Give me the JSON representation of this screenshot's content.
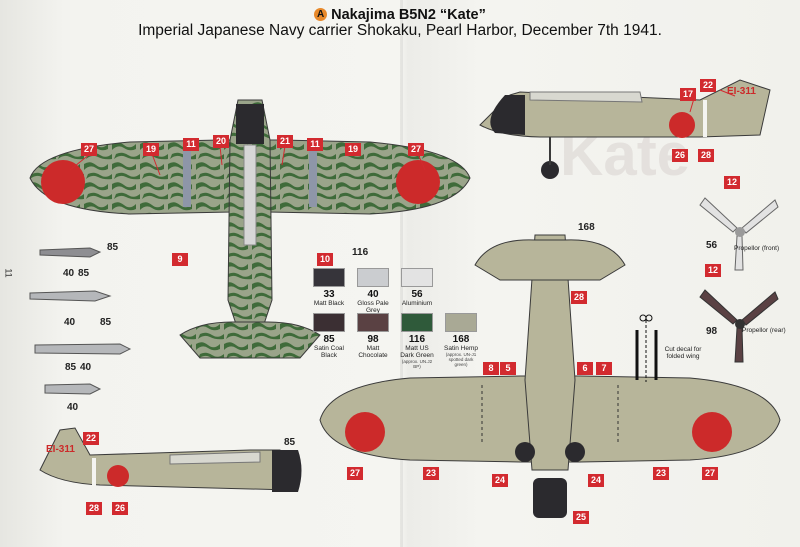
{
  "header": {
    "badge": "A",
    "title": "Nakajima B5N2 “Kate”",
    "subtitle": "Imperial Japanese Navy carrier Shokaku, Pearl Harbor, December 7th 1941."
  },
  "page_number": "11",
  "tail_code": "EI-311",
  "colors": {
    "camouflage_green": "#3f6b3a",
    "base_grey_green": "#b7b59a",
    "hinomaru_red": "#cc2a2a",
    "callout_red": "#d22a2f",
    "engine_black": "#2b2a2e"
  },
  "paint_swatches": [
    {
      "code": "33",
      "name": "Matt Black",
      "note": "",
      "color": "#36343a"
    },
    {
      "code": "40",
      "name": "Gloss Pale Grey",
      "note": "",
      "color": "#cbcdd0"
    },
    {
      "code": "56",
      "name": "Aluminium",
      "note": "",
      "color": "#e3e3e3"
    },
    {
      "code": "85",
      "name": "Satin Coal Black",
      "note": "",
      "color": "#3b2f33"
    },
    {
      "code": "98",
      "name": "Matt Chocolate",
      "note": "",
      "color": "#5a4143"
    },
    {
      "code": "116",
      "name": "Matt US Dark Green",
      "note": "(approx. UN.J2 BP)",
      "color": "#2f5a3a"
    },
    {
      "code": "168",
      "name": "Satin Hemp",
      "note": "(approx. UN-J1 spotted dark green)",
      "color": "#a9a995"
    }
  ],
  "callouts": {
    "c27": "27",
    "c19": "19",
    "c11": "11",
    "c20": "20",
    "c21": "21",
    "c9": "9",
    "c10": "10",
    "c22": "22",
    "c17": "17",
    "c26": "26",
    "c28": "28",
    "c12": "12",
    "c8": "8",
    "c5": "5",
    "c6": "6",
    "c7": "7",
    "c23": "23",
    "c24": "24",
    "c25": "25"
  },
  "paint_refs": {
    "p116": "116",
    "p85": "85",
    "p40": "40",
    "p168": "168",
    "p56": "56",
    "p98": "98"
  },
  "propeller": {
    "front_label": "Propellor (front)",
    "rear_label": "Propellor (rear)"
  },
  "decal_note": "Cut decal for folded wing"
}
